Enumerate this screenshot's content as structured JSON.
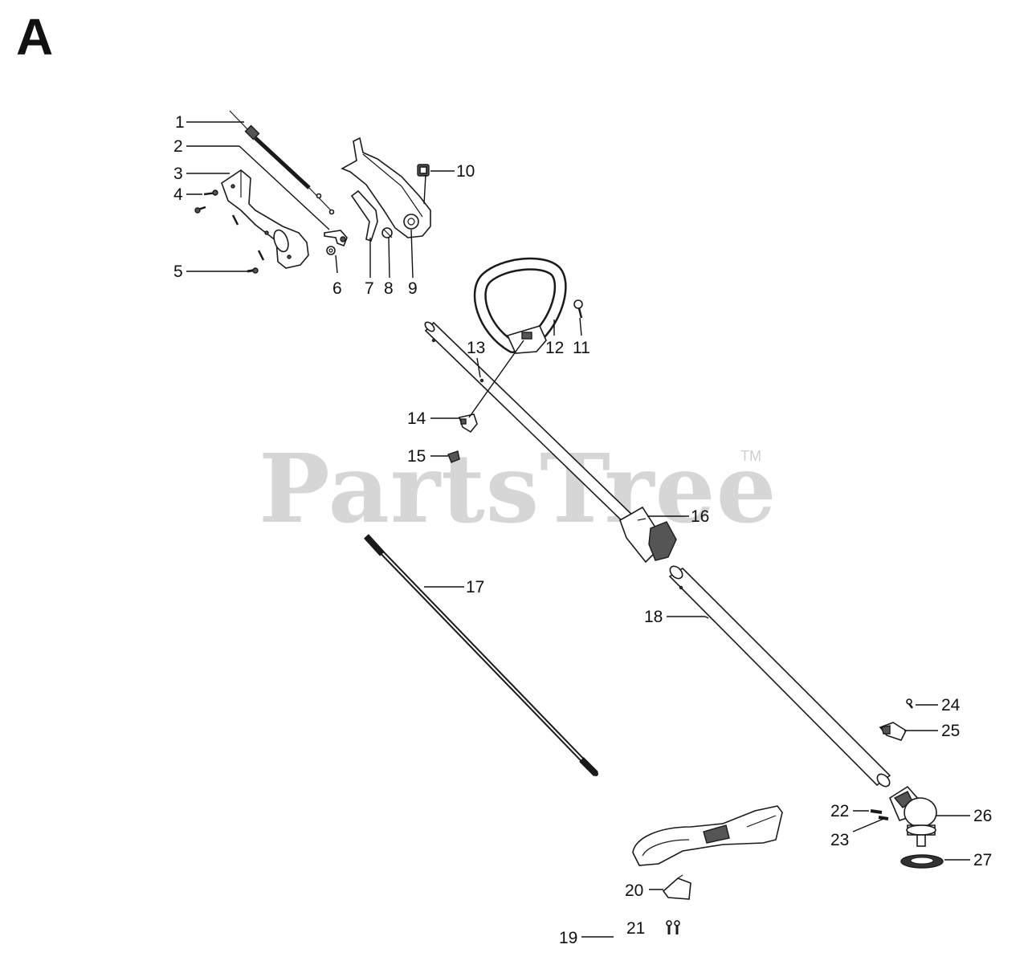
{
  "section_letter": "A",
  "watermark": {
    "text": "PartsTree",
    "trademark": "TM"
  },
  "callouts": [
    "1",
    "2",
    "3",
    "4",
    "5",
    "6",
    "7",
    "8",
    "9",
    "10",
    "11",
    "12",
    "13",
    "14",
    "15",
    "16",
    "17",
    "18",
    "19",
    "20",
    "21",
    "22",
    "23",
    "24",
    "25",
    "26",
    "27"
  ]
}
